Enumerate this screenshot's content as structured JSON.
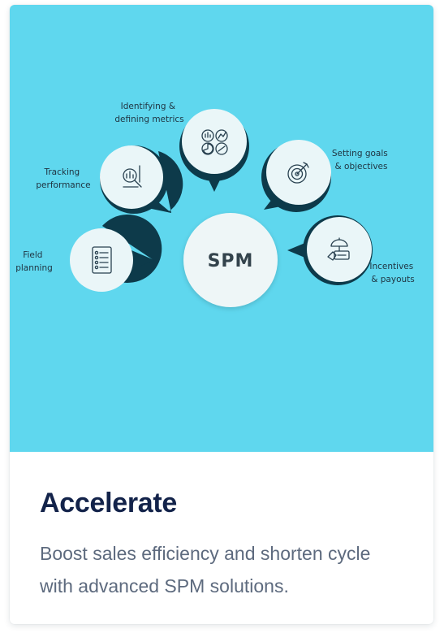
{
  "diagram": {
    "center": "SPM",
    "nodes": [
      {
        "id": "field-planning",
        "label_lines": [
          "Field",
          "planning"
        ],
        "icon": "checklist-icon"
      },
      {
        "id": "tracking-performance",
        "label_lines": [
          "Tracking",
          "performance"
        ],
        "icon": "magnifier-chart-icon"
      },
      {
        "id": "identifying-metrics",
        "label_lines": [
          "Identifying &",
          "defining metrics"
        ],
        "icon": "metrics-grid-icon"
      },
      {
        "id": "setting-goals",
        "label_lines": [
          "Setting goals",
          "& objectives"
        ],
        "icon": "target-icon"
      },
      {
        "id": "incentives-payouts",
        "label_lines": [
          "Incentives",
          "& payouts"
        ],
        "icon": "payout-umbrella-icon"
      }
    ]
  },
  "card": {
    "title": "Accelerate",
    "description": "Boost sales efficiency and shorten cycle with advanced SPM solutions."
  },
  "colors": {
    "hero_background": "#5fd7ee",
    "node_fill": "#eaf6f8",
    "node_ring": "#0d3a4a",
    "title": "#13234a",
    "description": "#5d6a7e"
  }
}
